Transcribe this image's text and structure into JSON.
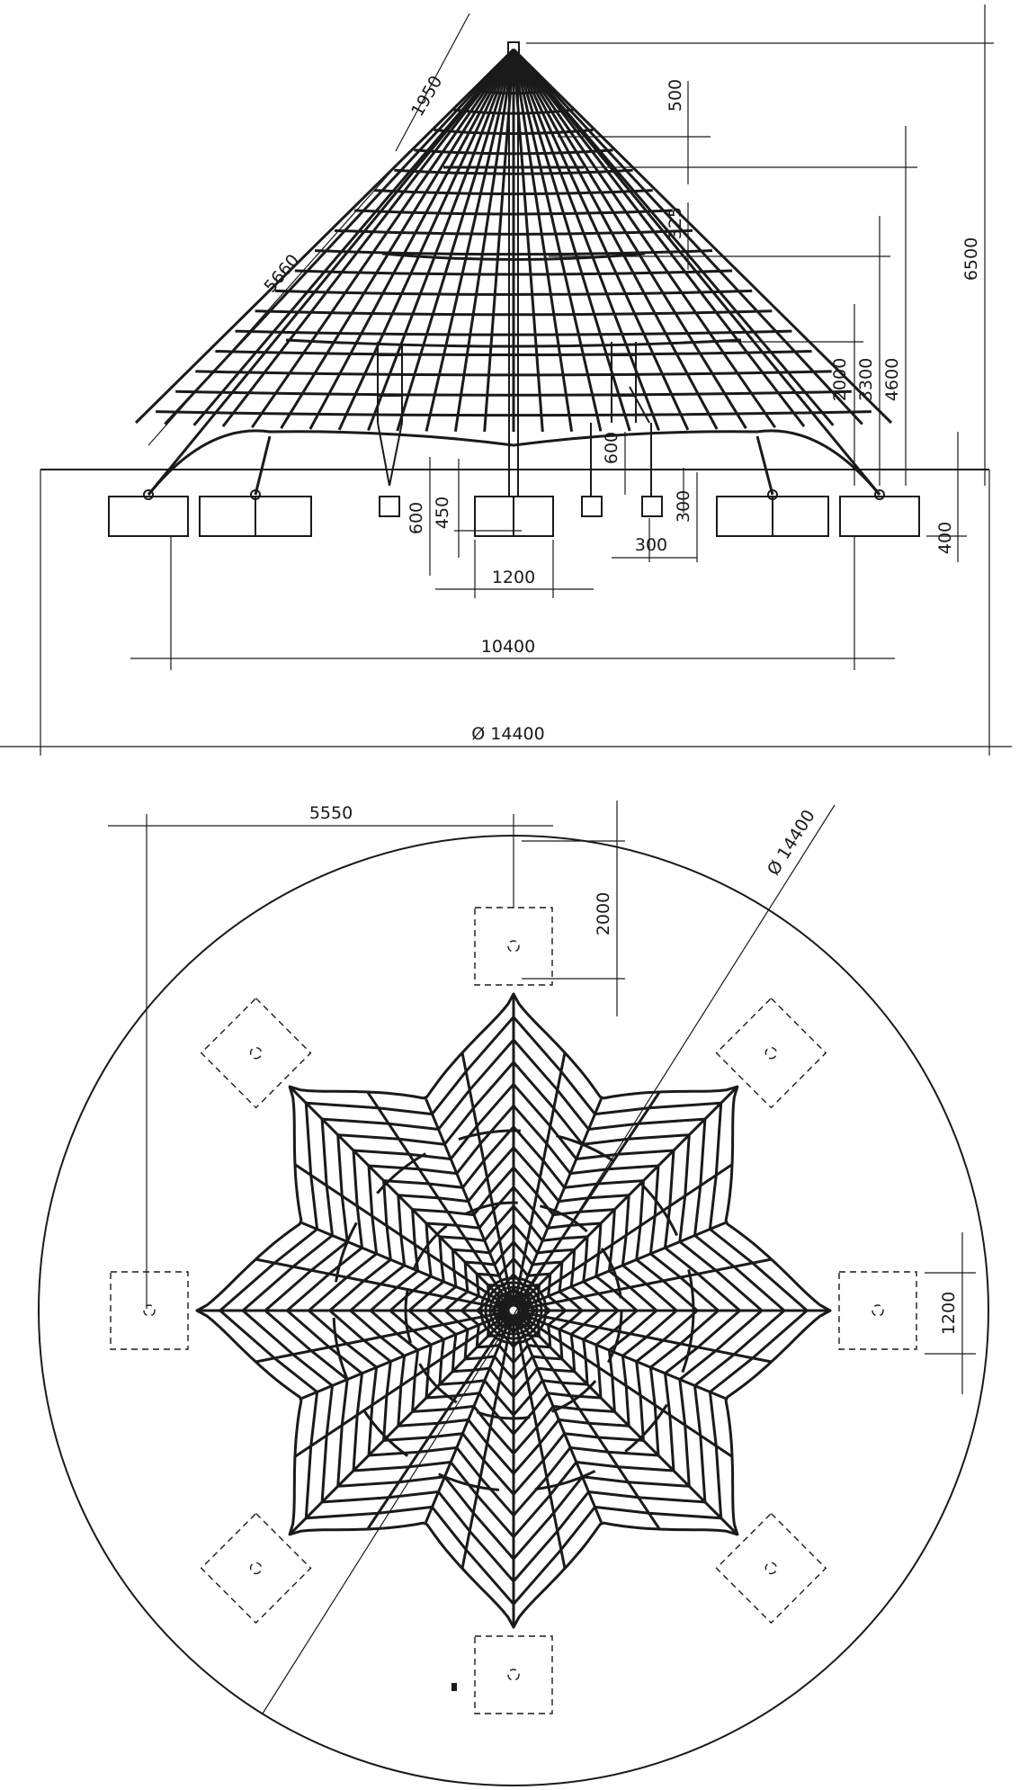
{
  "elevation": {
    "dims": {
      "slant_upper": "1950",
      "slant_lower": "5660",
      "top_seg": "500",
      "mid_seg": "325",
      "h2000": "2000",
      "h3300": "3300",
      "h4600": "4600",
      "h6500": "6500",
      "post600": "600",
      "block600": "600",
      "block450": "450",
      "block300": "300",
      "small300": "300",
      "block400": "400",
      "width1200": "1200",
      "span10400": "10400",
      "diameter": "Ø 14400"
    }
  },
  "plan": {
    "dims": {
      "offset5550": "5550",
      "offset2000": "2000",
      "block1200": "1200",
      "diameter": "Ø 14400"
    }
  },
  "colors": {
    "line": "#1a1a1a",
    "background": "#ffffff"
  }
}
